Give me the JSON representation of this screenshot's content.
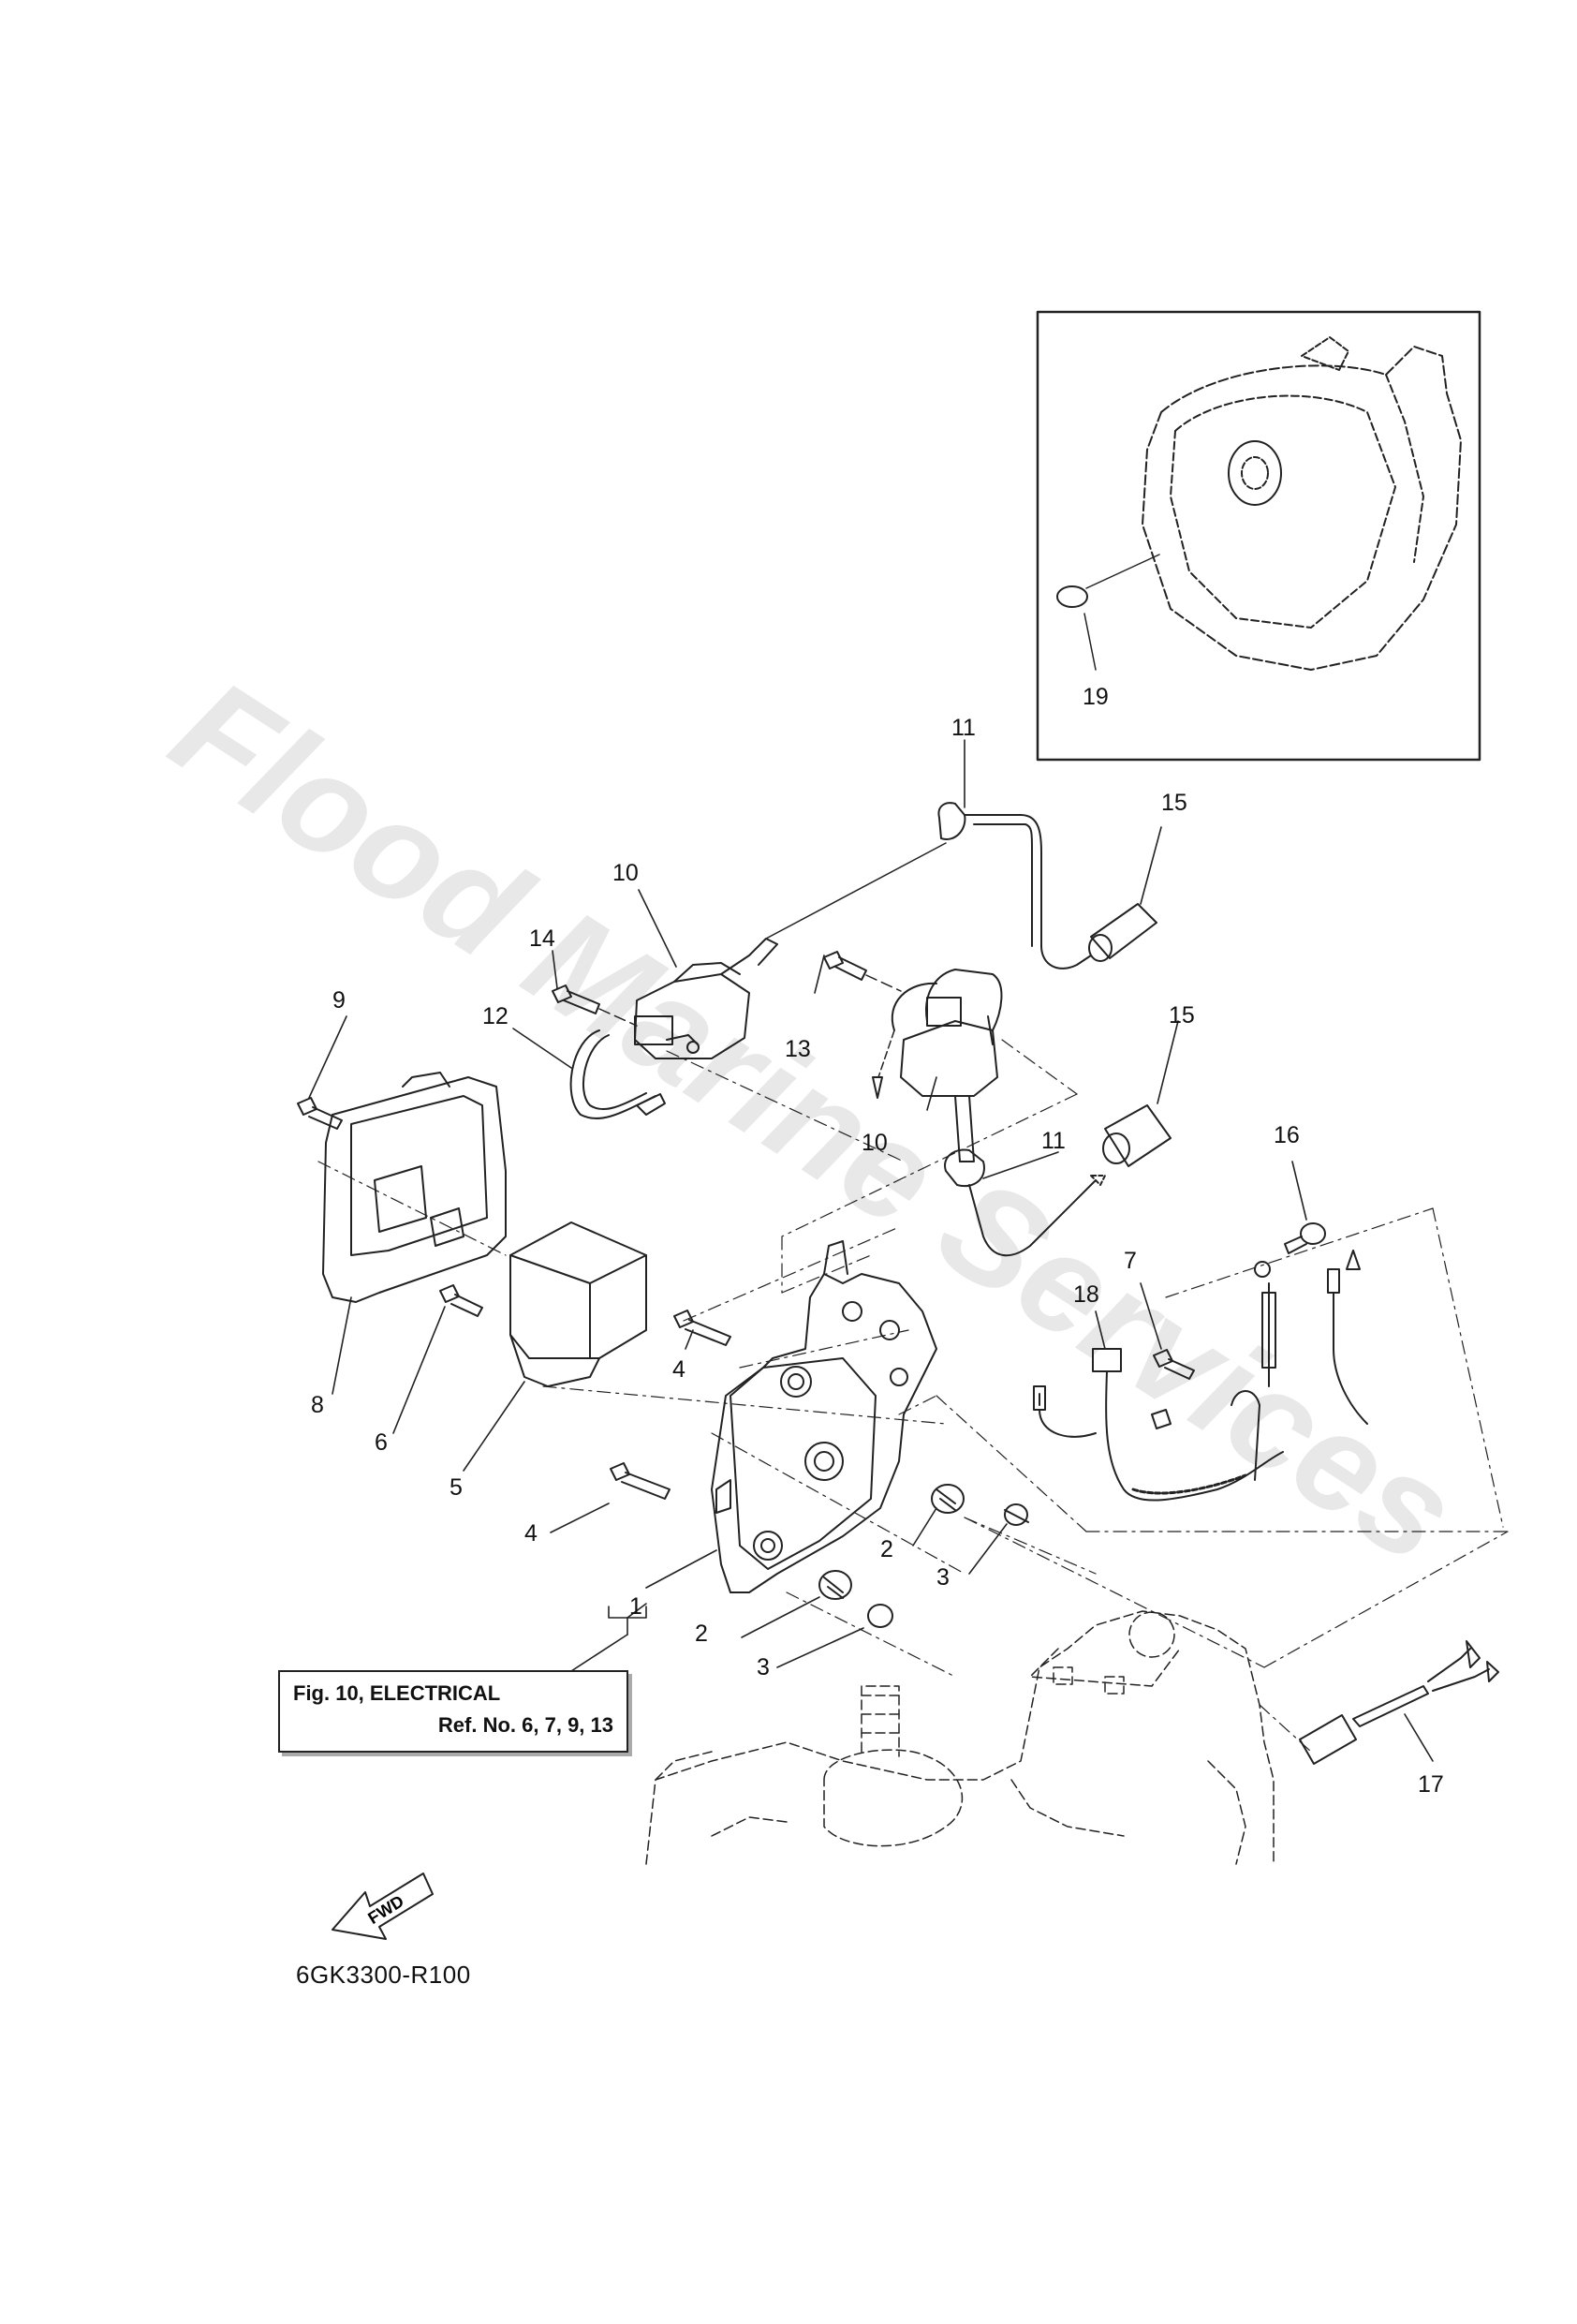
{
  "diagram": {
    "callouts": {
      "c1": "1",
      "c2a": "2",
      "c2b": "2",
      "c3a": "3",
      "c3b": "3",
      "c4a": "4",
      "c4b": "4",
      "c5": "5",
      "c6": "6",
      "c7": "7",
      "c8": "8",
      "c9": "9",
      "c10a": "10",
      "c10b": "10",
      "c11a": "11",
      "c11b": "11",
      "c12": "12",
      "c13": "13",
      "c14": "14",
      "c15a": "15",
      "c15b": "15",
      "c16": "16",
      "c17": "17",
      "c18": "18",
      "c19": "19"
    },
    "reference_box": {
      "line1": "Fig. 10, ELECTRICAL",
      "line2": "Ref. No. 6, 7, 9, 13"
    },
    "fwd_label": "FWD",
    "drawing_code": "6GK3300-R100"
  },
  "watermark": "Flood Marine Services"
}
